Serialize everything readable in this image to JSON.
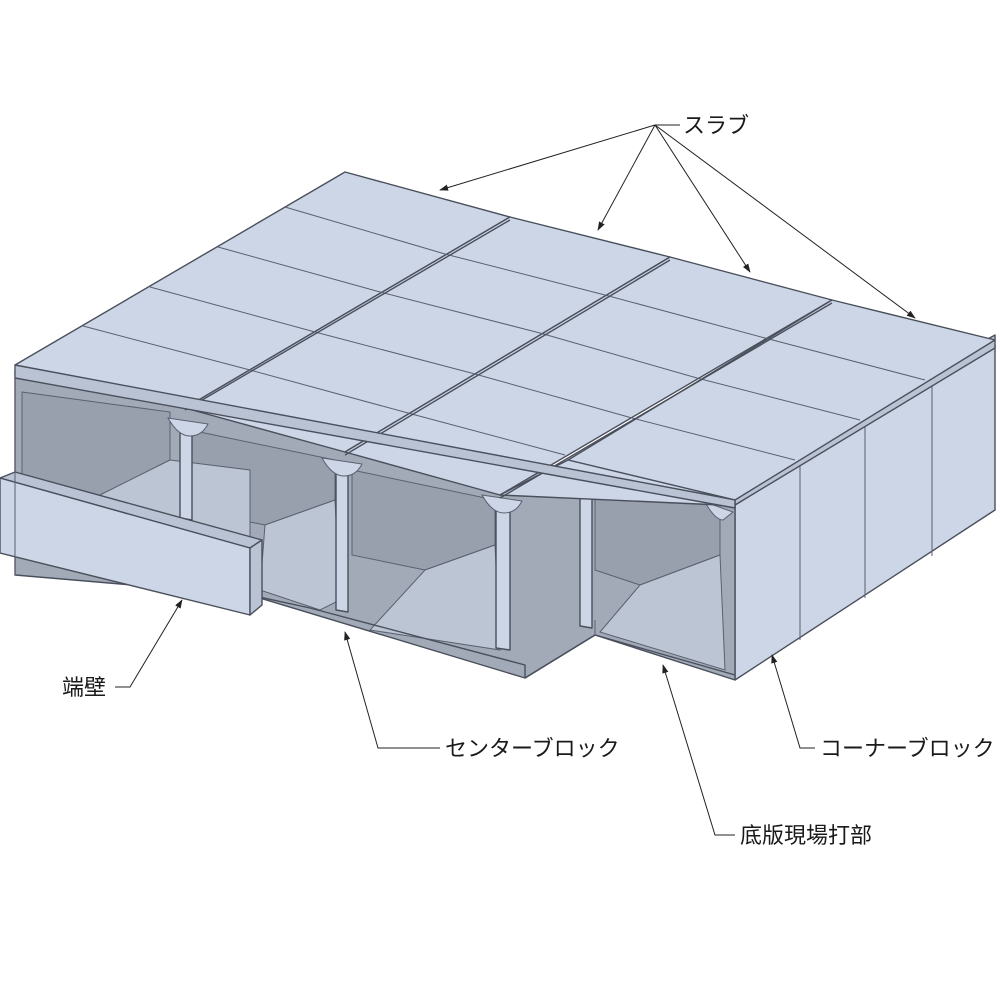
{
  "labels": {
    "slab": "スラブ",
    "end_wall": "端壁",
    "center_block": "センターブロック",
    "corner_block": "コーナーブロック",
    "bottom_slab_cast": "底版現場打部"
  },
  "colors": {
    "top_face": "#ccd6e6",
    "side_face": "#b9c3d4",
    "interior": "#a2aab8",
    "interior_dark": "#8f97a6",
    "floor": "#bcc5d3",
    "edge": "#4a4f5c",
    "leader": "#222222",
    "background": "#ffffff"
  }
}
